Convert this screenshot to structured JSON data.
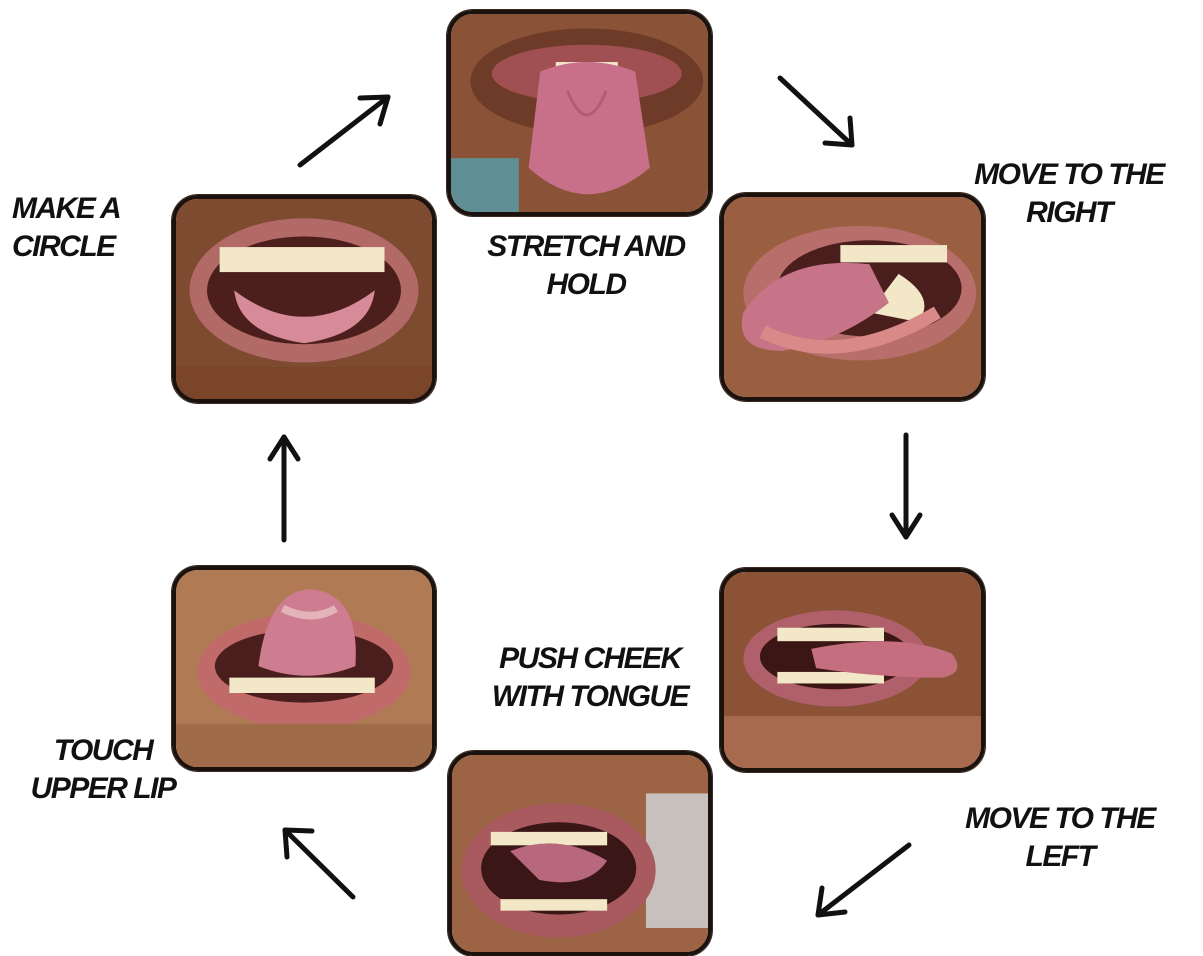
{
  "steps": [
    {
      "name": "stretch",
      "lines": [
        "STRETCH AND",
        "HOLD"
      ]
    },
    {
      "name": "right",
      "lines": [
        "MOVE TO THE",
        "RIGHT"
      ]
    },
    {
      "name": "cheek",
      "lines": [
        "PUSH CHEEK",
        "WITH TONGUE"
      ]
    },
    {
      "name": "left",
      "lines": [
        "MOVE TO THE",
        "LEFT"
      ]
    },
    {
      "name": "upper-lip",
      "lines": [
        "TOUCH",
        "UPPER LIP"
      ]
    },
    {
      "name": "circle",
      "lines": [
        "MAKE A",
        "CIRCLE"
      ]
    }
  ],
  "colors": {
    "skin": "#a0684a",
    "skin_dark": "#5a3422",
    "lip": "#c06a6a",
    "tongue": "#c86f8a",
    "teeth": "#f2e8c8",
    "frame": "#1b120e",
    "arrow": "#111111"
  }
}
